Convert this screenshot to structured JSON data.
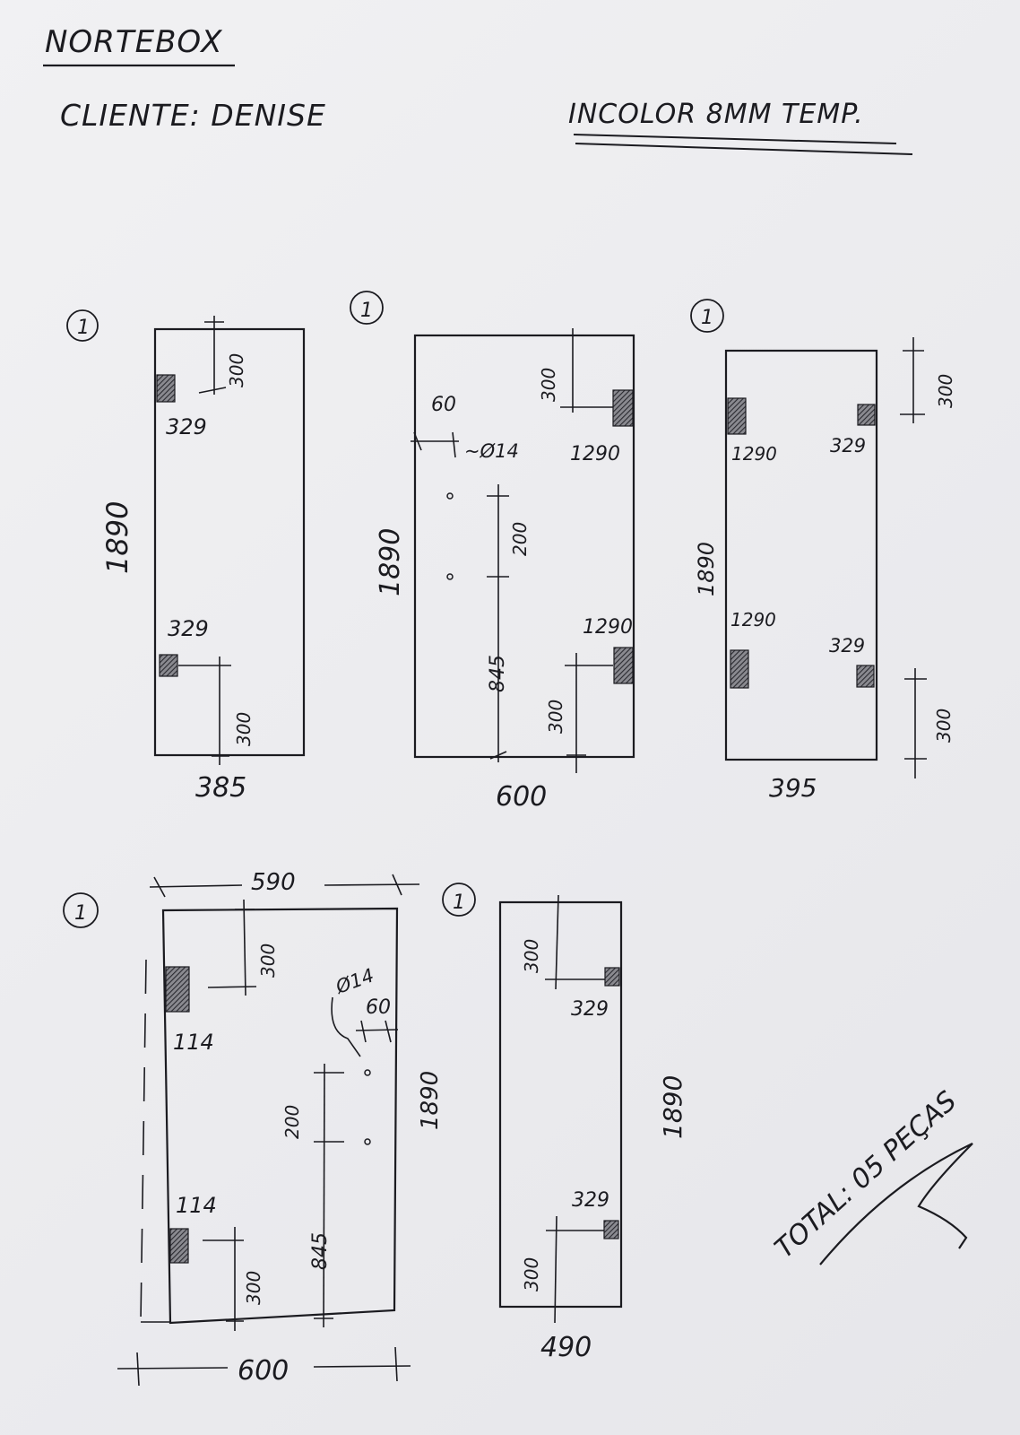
{
  "header": {
    "company": "NORTEBOX",
    "client": "CLIENTE: DENISE",
    "glass_spec": "INCOLOR 8MM TEMP."
  },
  "pieces": [
    {
      "id": "p1",
      "qty": "1",
      "width": "385",
      "height": "1890",
      "dims": {
        "top_offset": "300",
        "bottom_offset": "300"
      },
      "labels": {
        "top_slot": "329",
        "bottom_slot": "329"
      }
    },
    {
      "id": "p2",
      "qty": "1",
      "width": "600",
      "height": "1890",
      "dims": {
        "top_offset": "300",
        "edge_offset": "60",
        "hole_spacing": "200",
        "hole_height": "845",
        "bottom_offset": "300"
      },
      "labels": {
        "hole_diameter": "~Ø14",
        "top_slot": "1290",
        "bottom_slot": "1290"
      }
    },
    {
      "id": "p3",
      "qty": "1",
      "width": "395",
      "height": "1890",
      "dims": {
        "top_offset": "300",
        "bottom_offset": "300"
      },
      "labels": {
        "left_top_slot": "1290",
        "right_top_slot": "329",
        "left_bottom_slot": "1290",
        "right_bottom_slot": "329"
      }
    },
    {
      "id": "p4",
      "qty": "1",
      "top_width": "590",
      "bottom_width": "600",
      "height": "1890",
      "dims": {
        "top_offset": "300",
        "edge_offset": "60",
        "hole_spacing": "200",
        "hole_height": "845",
        "bottom_offset": "300"
      },
      "labels": {
        "hole_diameter": "Ø14",
        "top_slot": "114",
        "bottom_slot": "114"
      }
    },
    {
      "id": "p5",
      "qty": "1",
      "width": "490",
      "height": "1890",
      "dims": {
        "top_offset": "300",
        "bottom_offset": "300"
      },
      "labels": {
        "top_slot": "329",
        "bottom_slot": "329"
      }
    }
  ],
  "total": "TOTAL: 05 PEÇAS",
  "colors": {
    "ink": "#1b1b20",
    "paper": "#ececef",
    "hatch": "#4a4a50"
  }
}
